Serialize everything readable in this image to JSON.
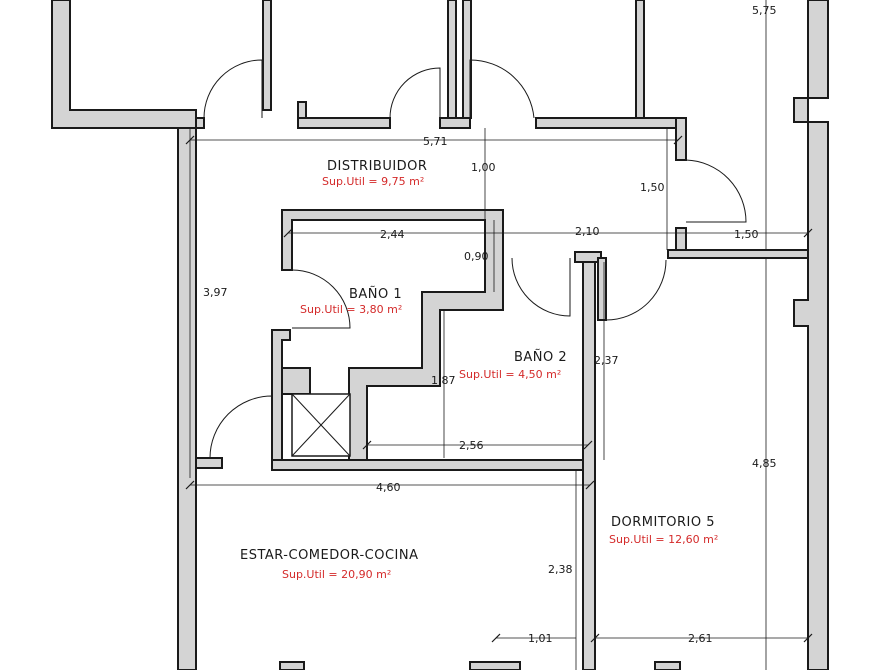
{
  "rooms": {
    "distribuidor": {
      "name": "DISTRIBUIDOR",
      "area": "Sup.Util = 9,75 m²"
    },
    "bano1": {
      "name": "BAÑO 1",
      "area": "Sup.Util = 3,80 m²"
    },
    "bano2": {
      "name": "BAÑO 2",
      "area": "Sup.Util = 4,50 m²"
    },
    "estar": {
      "name": "ESTAR-COMEDOR-COCINA",
      "area": "Sup.Util = 20,90 m²"
    },
    "dormitorio5": {
      "name": "DORMITORIO 5",
      "area": "Sup.Util = 12,60 m²"
    }
  },
  "dimensions": {
    "d575": "5,75",
    "d571": "5,71",
    "d100": "1,00",
    "d150a": "1,50",
    "d244": "2,44",
    "d090": "0,90",
    "d210": "2,10",
    "d150b": "1,50",
    "d397": "3,97",
    "d187": "1,87",
    "d237": "2,37",
    "d256": "2,56",
    "d485": "4,85",
    "d460": "4,60",
    "d238": "2,38",
    "d101": "1,01",
    "d261": "2,61"
  }
}
